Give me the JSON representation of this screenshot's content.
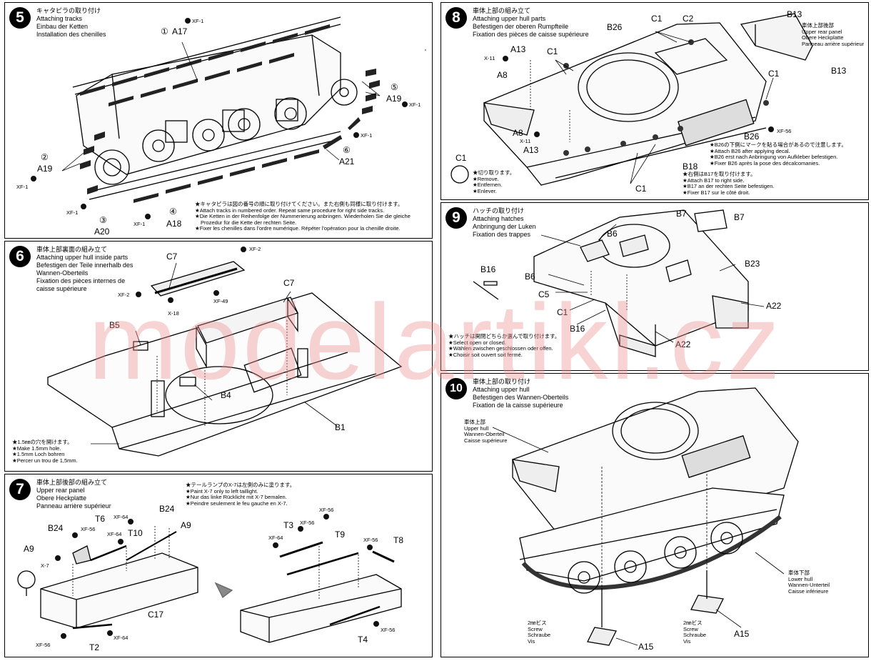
{
  "watermark": "modelartikl.cz",
  "step5": {
    "num": "5",
    "title": [
      "キャタピラの取り付け",
      "Attaching tracks",
      "Einbau der Ketten",
      "Installation des chenilles"
    ],
    "labels": {
      "a17": "A17",
      "a19_right": "A19",
      "a19_left": "A19",
      "a21": "A21",
      "a20": "A20",
      "a18": "A18",
      "n1": "①",
      "n2": "②",
      "n3": "③",
      "n4": "④",
      "n5": "⑤",
      "n6": "⑥"
    },
    "paint": "XF-1",
    "notes": [
      "★キャタピラは図の番号の順に取り付けてください。また右側も同様に取り付けます。",
      "★Attach tracks in numbered order. Repeat same procedure for right side tracks.",
      "★Die Ketten in der Reihenfolge der Nummerierung anbringen. Wiederholen Sie die gleiche",
      "Prozedur für die Kette der rechten Seite.",
      "★Fixer les chenilles dans l'ordre numérique. Répéter l'opération pour la chenille droite."
    ]
  },
  "step6": {
    "num": "6",
    "title": [
      "車体上部裏面の組み立て",
      "Attaching upper hull inside parts",
      "Befestigen der Teile innerhalb des",
      "Wannen-Oberteils",
      "Fixation des pièces internes de",
      "caisse supérieure"
    ],
    "labels": {
      "c7a": "C7",
      "c7b": "C7",
      "b5": "B5",
      "b4": "B4",
      "b1": "B1"
    },
    "paints": {
      "xf2a": "XF-2",
      "xf2b": "XF-2",
      "x18": "X-18",
      "xf49": "XF-49"
    },
    "notes": [
      "★1.5㎜の穴を開けます。",
      "★Make 1.5mm hole.",
      "★1.5mm Loch bohren",
      "★Percer un trou de 1,5mm."
    ]
  },
  "step7": {
    "num": "7",
    "title": [
      "車体上部後部の組み立て",
      "Upper rear panel",
      "Obere Heckplatte",
      "Panneau arrière supérieur"
    ],
    "labels": {
      "t6": "T6",
      "b24a": "B24",
      "b24b": "B24",
      "a9a": "A9",
      "a9b": "A9",
      "t10": "T10",
      "c17": "C17",
      "t2": "T2",
      "t3": "T3",
      "t9": "T9",
      "t8": "T8",
      "t4": "T4"
    },
    "paints": {
      "xf64a": "XF-64",
      "xf64b": "XF-64",
      "xf64c": "XF-64",
      "xf64d": "XF-64",
      "xf56a": "XF-56",
      "xf56b": "XF-56",
      "xf56c": "XF-56",
      "xf56d": "XF-56",
      "xf56e": "XF-56",
      "xf56f": "XF-56",
      "x7": "X-7"
    },
    "notes": [
      "★テールランプのX-7は左側のみに塗ります。",
      "★Paint X-7 only to left taillight.",
      "★Nur das linke Rücklicht mit X-7 bemalen.",
      "★Peindre seulement le feu gauche en X-7."
    ]
  },
  "step8": {
    "num": "8",
    "title": [
      "車体上部の組み立て",
      "Attaching upper hull parts",
      "Befestigen der oberen Rumpfteile",
      "Fixation des pièces de caisse supérieure"
    ],
    "labels": {
      "c1a": "C1",
      "c2": "C2",
      "b13a": "B13",
      "b13b": "B13",
      "b26a": "B26",
      "a13a": "A13",
      "c1b": "C1",
      "a8a": "A8",
      "c1c": "C1",
      "a8b": "A8",
      "a13b": "A13",
      "b26b": "B26",
      "b18": "B18",
      "c1d": "C1",
      "c1e": "C1"
    },
    "paints": {
      "x11a": "X-11",
      "x11b": "X-11",
      "xf56": "XF-56"
    },
    "rear_panel": [
      "車体上部後部",
      "Upper rear panel",
      "Obere Heckplatte",
      "Panneau arrière supérieur"
    ],
    "remove": [
      "★切り取ります。",
      "★Remove.",
      "★Entfernen.",
      "★Enlever."
    ],
    "notes_b26": [
      "★B26の下側にマークを貼る場合があるので注意します。",
      "★Attach B26 after applying decal.",
      "★B26 erst nach Anbringung von Aufkleber befestigen.",
      "★Fixer B26 après la pose des décalcomanies."
    ],
    "notes_b17": [
      "★右側はB17を取り付けます。",
      "★Attach B17 to right side.",
      "★B17 an der rechten Seite befestigen.",
      "★Fixer B17 sur le côté droit."
    ]
  },
  "step9": {
    "num": "9",
    "title": [
      "ハッチの取り付け",
      "Attaching hatches",
      "Anbringung der Luken",
      "Fixation des trappes"
    ],
    "labels": {
      "b7a": "B7",
      "b7b": "B7",
      "b6a": "B6",
      "b16a": "B16",
      "b6b": "B6",
      "c5": "C5",
      "c1": "C1",
      "b23": "B23",
      "a22a": "A22",
      "b16b": "B16",
      "a22b": "A22"
    },
    "notes": [
      "★ハッチは開閉どちらか選んで取り付けます。",
      "★Select open or closed.",
      "★Wählen zwischen geschlossen oder offen.",
      "★Choisir soit ouvert soit fermé."
    ]
  },
  "step10": {
    "num": "10",
    "title": [
      "車体上部の取り付け",
      "Attaching upper hull",
      "Befestigen des Wannen-Oberteils",
      "Fixation de la caisse supérieure"
    ],
    "upper": [
      "車体上部",
      "Upper hull",
      "Wannen-Oberteil",
      "Caisse supérieure"
    ],
    "lower": [
      "車体下部",
      "Lower hull",
      "Wannen-Unterteil",
      "Caisse inférieure"
    ],
    "screw_a": [
      "2㎜ビス",
      "Screw",
      "Schraube",
      "Vis"
    ],
    "screw_b": [
      "2㎜ビス",
      "Screw",
      "Schraube",
      "Vis"
    ],
    "labels": {
      "a15a": "A15",
      "a15b": "A15"
    }
  }
}
